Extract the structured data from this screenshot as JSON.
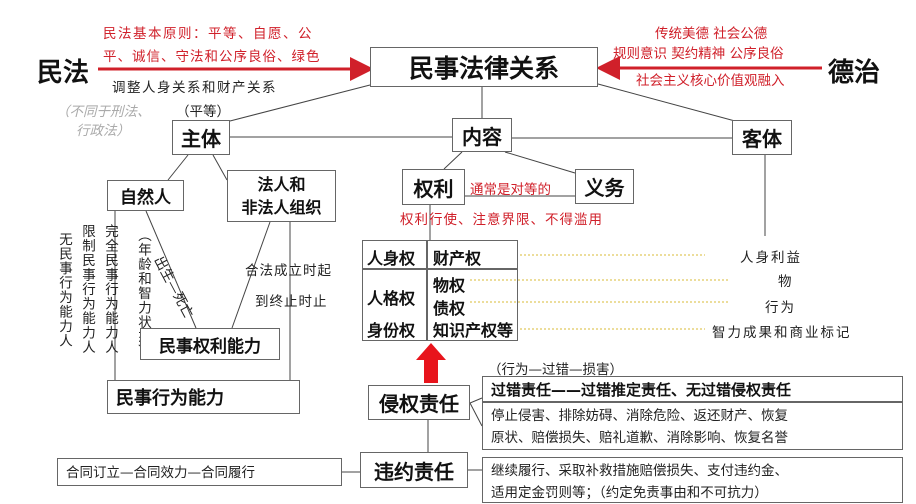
{
  "left_source": {
    "title": "民法",
    "principle_line1": "民法基本原则：平等、自愿、公",
    "principle_line2": "平、诚信、守法和公序良俗、绿色",
    "scope": "调整人身关系和财产关系",
    "note_line1": "（不同于刑法、",
    "note_line2": "行政法）"
  },
  "center": {
    "title": "民事法律关系"
  },
  "right_source": {
    "title": "德治",
    "line1": "传统美德 社会公德",
    "line2": "规则意识 契约精神 公序良俗",
    "line3": "社会主义核心价值观融入"
  },
  "subject": {
    "title": "主体",
    "note": "（平等）",
    "natural_person": "自然人",
    "legal_person": "法人和\n非法人组织",
    "legal_person_line1": "法人和",
    "legal_person_line2": "非法人组织",
    "none_capacity": "无民事行为能力人",
    "limited_capacity": "限制民事行为能力人",
    "full_capacity": "完全民事行为能力人",
    "age_note": "（年龄和智力状态）",
    "birth_death": "出生—死亡",
    "legal_start": "合法成立时起",
    "legal_end": "到终止时止",
    "rights_capacity": "民事权利能力",
    "act_capacity": "民事行为能力"
  },
  "content": {
    "title": "内容",
    "rights": "权利",
    "duties": "义务",
    "equal_note": "通常是对等的",
    "rights_note": "权利行使、注意界限、不得滥用",
    "table": {
      "personal": "人身权",
      "property": "财产权",
      "personality": "人格权",
      "identity": "身份权",
      "real": "物权",
      "claim": "债权",
      "ip": "知识产权等"
    }
  },
  "object": {
    "title": "客体",
    "items": [
      "人身利益",
      "物",
      "行为",
      "智力成果和商业标记"
    ]
  },
  "liability": {
    "tort": "侵权责任",
    "tort_elements": "（行为—过错—损害）",
    "tort_principle": "过错责任——过错推定责任、无过错侵权责任",
    "tort_remedies_line1": "停止侵害、排除妨碍、消除危险、返还财产、恢复",
    "tort_remedies_line2": "原状、赔偿损失、赔礼道歉、消除影响、恢复名誉",
    "contract": "违约责任",
    "contract_stages": "合同订立—合同效力—合同履行",
    "contract_remedies_line1": "继续履行、采取补救措施赔偿损失、支付违约金、",
    "contract_remedies_line2": "适用定金罚则等；（约定免责事由和不可抗力）"
  },
  "colors": {
    "accent_red": "#d0202a",
    "arrow_red": "#e8141c",
    "dotted": "#e6d27a"
  }
}
